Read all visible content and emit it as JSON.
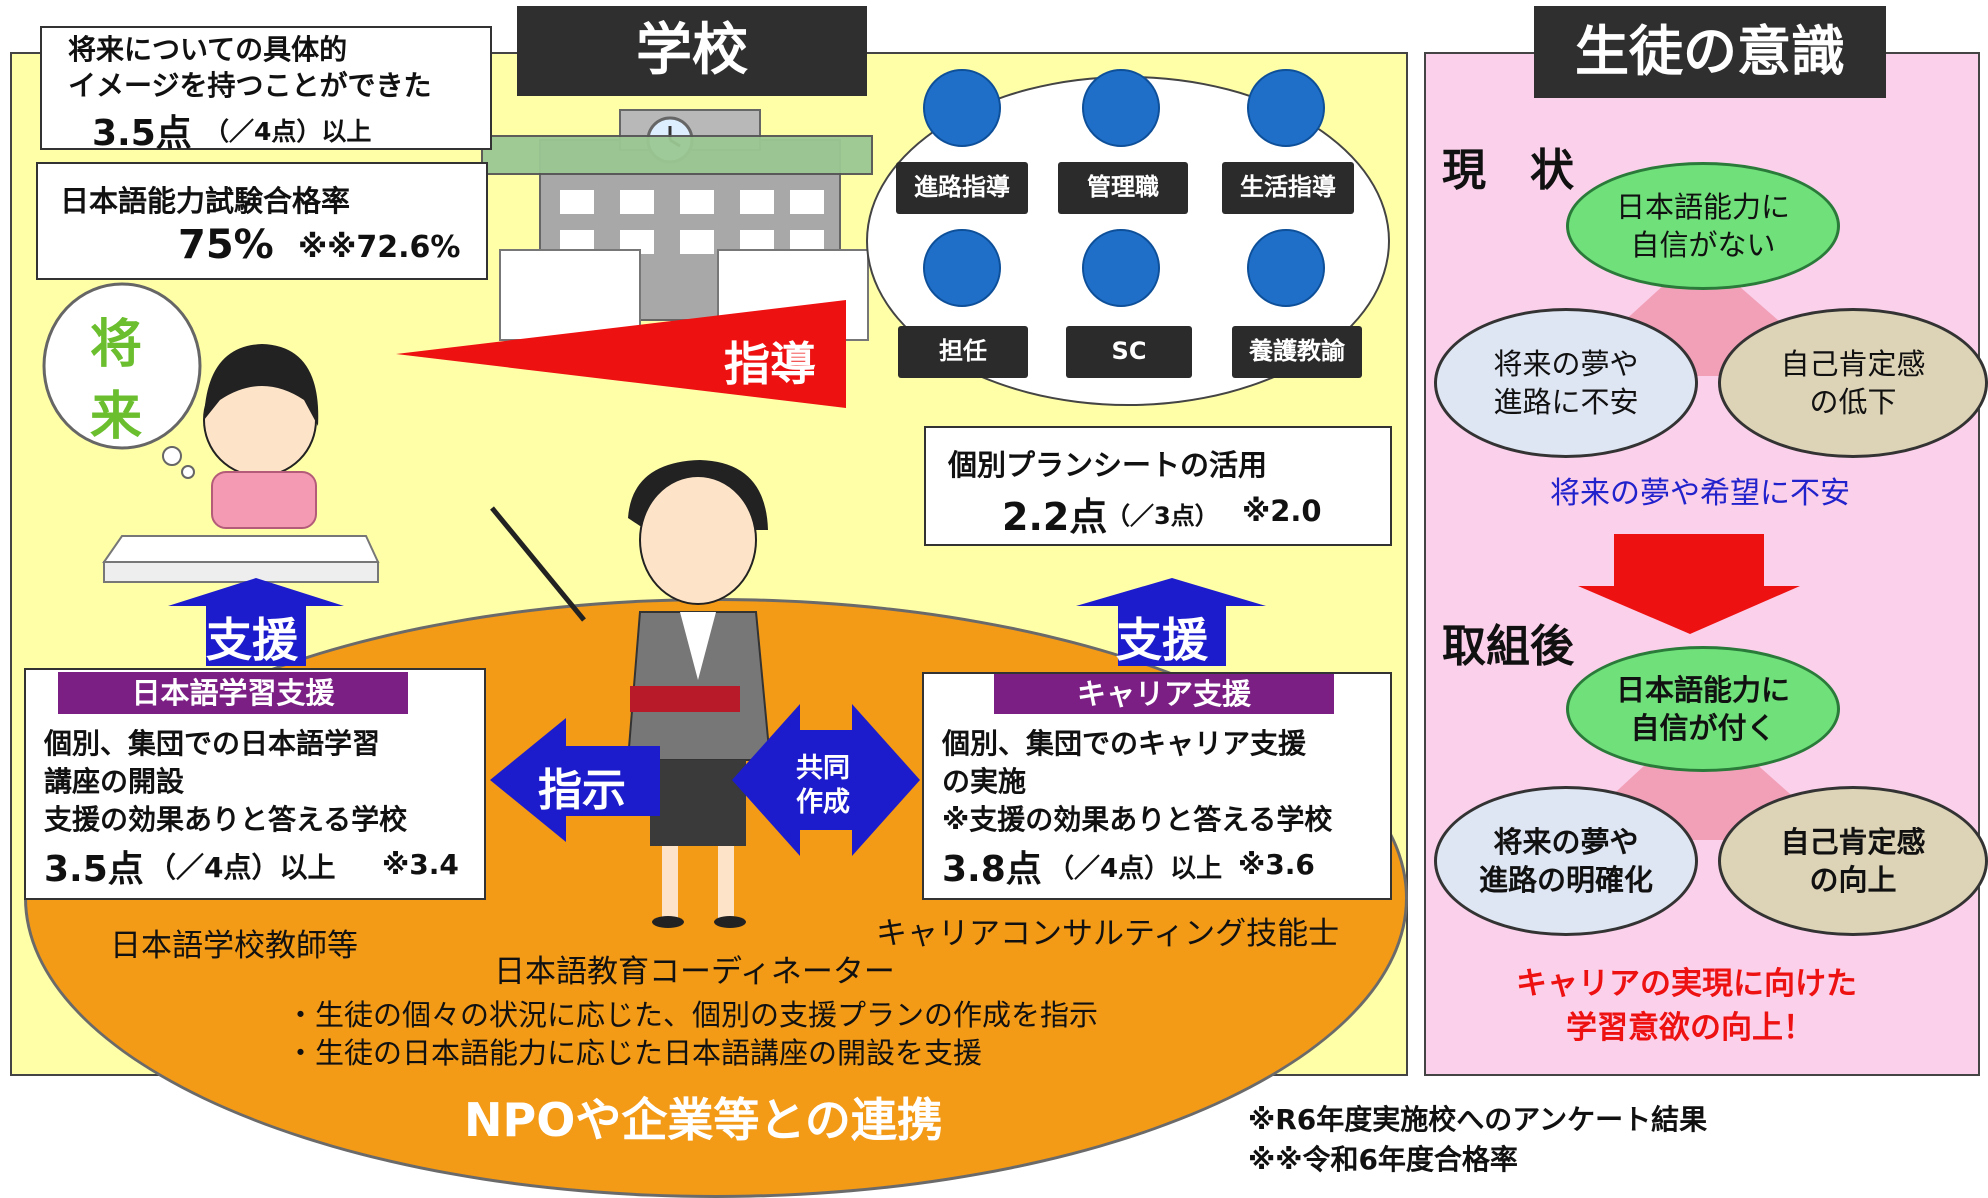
{
  "school": {
    "title": "学校",
    "future_image": {
      "line1": "将来についての具体的",
      "line2": "イメージを持つことができた",
      "score": "3.5点",
      "score_note": "（／4点）以上"
    },
    "jlpt": {
      "label": "日本語能力試験合格率",
      "value": "75%",
      "note": "※※72.6%"
    },
    "staff": [
      "進路指導",
      "管理職",
      "生活指導",
      "担任",
      "SC",
      "養護教諭"
    ],
    "guidance_label": "指導",
    "plan_sheet": {
      "label": "個別プランシートの活用",
      "score": "2.2点",
      "score_note": "（／3点）",
      "note": "※2.0"
    },
    "future_bubble": {
      "char1": "将",
      "char2": "来"
    }
  },
  "support_left": {
    "arrow_label": "支援",
    "header": "日本語学習支援",
    "lines": [
      "個別、集団での日本語学習",
      "講座の開設",
      "支援の効果ありと答える学校"
    ],
    "score": "3.5点",
    "score_note": "（／4点）以上",
    "note": "※3.4",
    "actor": "日本語学校教師等"
  },
  "support_right": {
    "arrow_label": "支援",
    "header": "キャリア支援",
    "lines": [
      "個別、集団でのキャリア支援",
      "の実施",
      "※支援の効果ありと答える学校"
    ],
    "score": "3.8点",
    "score_note": "（／4点）以上",
    "note": "※3.6",
    "actor": "キャリアコンサルティング技能士"
  },
  "coordinator": {
    "instruct_label": "指示",
    "joint_label_1": "共同",
    "joint_label_2": "作成",
    "title": "日本語教育コーディネーター",
    "bullets": [
      "・生徒の個々の状況に応じた、個別の支援プランの作成を指示",
      "・生徒の日本語能力に応じた日本語講座の開設を支援"
    ],
    "partnership": "NPOや企業等との連携"
  },
  "student": {
    "title": "生徒の意識",
    "current_label": "現　状",
    "current_top": [
      "日本語能力に",
      "自信がない"
    ],
    "current_left": [
      "将来の夢や",
      "進路に不安"
    ],
    "current_right": [
      "自己肯定感",
      "の低下"
    ],
    "current_caption": "将来の夢や希望に不安",
    "after_label": "取組後",
    "after_top": [
      "日本語能力に",
      "自信が付く"
    ],
    "after_left": [
      "将来の夢や",
      "進路の明確化"
    ],
    "after_right": [
      "自己肯定感",
      "の向上"
    ],
    "after_caption_1": "キャリアの実現に向けた",
    "after_caption_2": "学習意欲の向上！"
  },
  "footnotes": [
    "※R6年度実施校へのアンケート結果",
    "※※令和6年度合格率"
  ],
  "colors": {
    "blue_arrow": "#1c1ccc",
    "red_arrow": "#ee1111",
    "orange": "#f39a17",
    "purple": "#7b1f84",
    "green": "#6fe07a"
  }
}
